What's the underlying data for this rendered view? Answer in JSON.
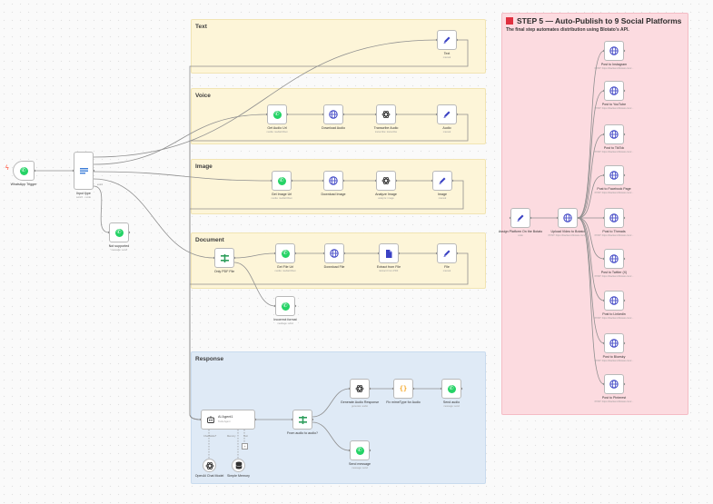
{
  "colors": {
    "sticky_yellow": "#fdf5d8",
    "sticky_blue": "#dfeaf6",
    "sticky_red": "#fcdbe0",
    "accent_red": "#e0303f",
    "wire": "#8f8f8f",
    "whatsapp": "#25d366",
    "http": "#3b42c4",
    "openai": "#333333",
    "edit": "#3b42c4",
    "switch": "#2f9e5c",
    "ifnode": "#2f9e5c",
    "code": "#f5a623"
  },
  "stickies": {
    "text": "Text",
    "voice": "Voice",
    "image": "Image",
    "document": "Document",
    "response": "Response",
    "step5_title": "STEP 5 — Auto-Publish to 9 Social Platforms",
    "step5_subtitle": "The final step automates distribution using Blotato's API."
  },
  "nodes": [
    {
      "id": "whatsapp-trigger",
      "label": "WhatsApp Trigger",
      "sub": "",
      "icon": "whatsapp-icon"
    },
    {
      "id": "input-type",
      "label": "Input type",
      "sub": "switch · mode",
      "icon": "switch-icon"
    },
    {
      "id": "not-supported",
      "label": "Not supported",
      "sub": "message: send",
      "icon": "whatsapp-icon"
    },
    {
      "id": "text-set",
      "label": "Text",
      "sub": "manual",
      "icon": "pencil-icon"
    },
    {
      "id": "get-audio-url",
      "label": "Get Audio Url",
      "sub": "media: mediaUrlGet",
      "icon": "whatsapp-icon"
    },
    {
      "id": "download-audio",
      "label": "Download Audio",
      "sub": "",
      "icon": "globe-icon"
    },
    {
      "id": "transcribe-audio",
      "label": "Transcribe Audio",
      "sub": "transcribe: transcribe",
      "icon": "openai-icon"
    },
    {
      "id": "audio-set",
      "label": "Audio",
      "sub": "manual",
      "icon": "pencil-icon"
    },
    {
      "id": "get-image-url",
      "label": "Get Image Url",
      "sub": "media: mediaUrlGet",
      "icon": "whatsapp-icon"
    },
    {
      "id": "download-image",
      "label": "Download Image",
      "sub": "",
      "icon": "globe-icon"
    },
    {
      "id": "analyze-image",
      "label": "Analyze Image",
      "sub": "analyze: image",
      "icon": "openai-icon"
    },
    {
      "id": "image-set",
      "label": "Image",
      "sub": "manual",
      "icon": "pencil-icon"
    },
    {
      "id": "only-pdf",
      "label": "Only PDF File",
      "sub": "",
      "icon": "if-icon"
    },
    {
      "id": "get-file-url",
      "label": "Get File Url",
      "sub": "media: mediaUrlGet",
      "icon": "whatsapp-icon"
    },
    {
      "id": "download-file",
      "label": "Download File",
      "sub": "",
      "icon": "globe-icon"
    },
    {
      "id": "extract-from-file",
      "label": "Extract from File",
      "sub": "Extract From PDF",
      "icon": "file-icon"
    },
    {
      "id": "file-set",
      "label": "File",
      "sub": "manual",
      "icon": "pencil-icon"
    },
    {
      "id": "incorrect-format",
      "label": "Incorrect format",
      "sub": "message: send",
      "icon": "whatsapp-icon"
    },
    {
      "id": "ai-agent",
      "label": "AI Agent1",
      "sub": "Tools Agent",
      "icon": "robot-icon"
    },
    {
      "id": "from-audio",
      "label": "From audio to audio?",
      "sub": "",
      "icon": "if-icon"
    },
    {
      "id": "generate-audio",
      "label": "Generate Audio Response",
      "sub": "generate: audio",
      "icon": "openai-icon"
    },
    {
      "id": "fix-mimetype",
      "label": "Fix mimeType for Audio",
      "sub": "",
      "icon": "code-icon"
    },
    {
      "id": "send-audio",
      "label": "Send audio",
      "sub": "message: send",
      "icon": "whatsapp-icon"
    },
    {
      "id": "send-message",
      "label": "Send message",
      "sub": "message: send",
      "icon": "whatsapp-icon"
    },
    {
      "id": "openai-chat",
      "label": "OpenAI Chat Model",
      "sub": "",
      "icon": "openai-icon"
    },
    {
      "id": "simple-memory",
      "label": "Simple Memory",
      "sub": "",
      "icon": "database-icon"
    },
    {
      "id": "assign-platform",
      "label": "Assign Platform On the Botato",
      "sub": "code",
      "icon": "pencil-icon"
    },
    {
      "id": "upload-video",
      "label": "Upload Video to Botato",
      "sub": "POST: https://backend.blotato.com/...",
      "icon": "globe-icon"
    },
    {
      "id": "p-instagram",
      "label": "Post to Instagram",
      "sub": "POST: https://backend.blotato.com/...",
      "icon": "globe-icon"
    },
    {
      "id": "p-youtube",
      "label": "Post to YouTube",
      "sub": "POST: https://backend.blotato.com/...",
      "icon": "globe-icon"
    },
    {
      "id": "p-tiktok",
      "label": "Post to TikTok",
      "sub": "POST: https://backend.blotato.com/...",
      "icon": "globe-icon"
    },
    {
      "id": "p-facebook",
      "label": "Post to Facebook Page",
      "sub": "POST: https://backend.blotato.com/...",
      "icon": "globe-icon"
    },
    {
      "id": "p-threads",
      "label": "Post to Threads",
      "sub": "POST: https://backend.blotato.com/...",
      "icon": "globe-icon"
    },
    {
      "id": "p-twitter",
      "label": "Post to Twitter (X)",
      "sub": "POST: https://backend.blotato.com/...",
      "icon": "globe-icon"
    },
    {
      "id": "p-linkedin",
      "label": "Post to Linkedin",
      "sub": "POST: https://backend.blotato.com/...",
      "icon": "globe-icon"
    },
    {
      "id": "p-bluesky",
      "label": "Post to Bluesky",
      "sub": "POST: https://backend.blotato.com/...",
      "icon": "globe-icon"
    },
    {
      "id": "p-pinterest",
      "label": "Post to Pinterest",
      "sub": "POST: https://backend.blotato.com/...",
      "icon": "globe-icon"
    }
  ],
  "ports": {
    "chat_model": "Chat Model*",
    "memory": "Memory",
    "tool": "Tool",
    "extra": "extra"
  }
}
